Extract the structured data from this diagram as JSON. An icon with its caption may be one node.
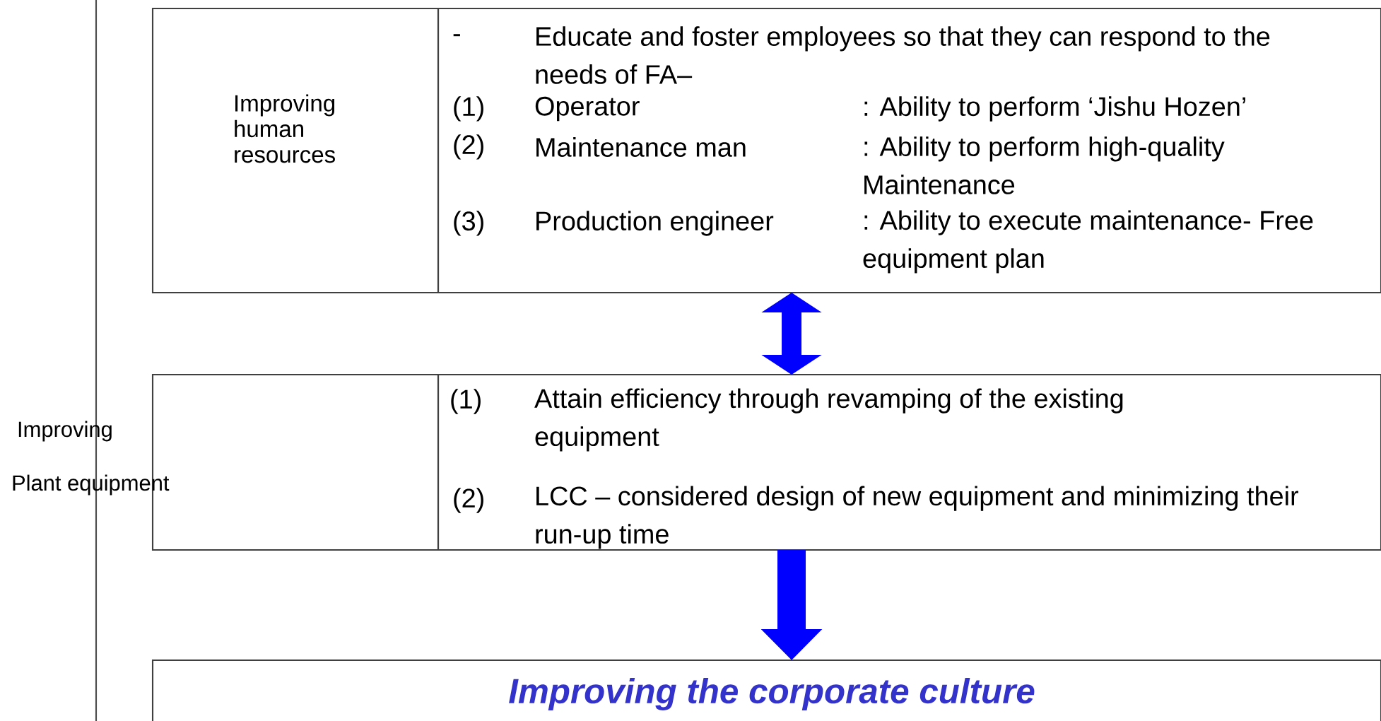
{
  "diagram": {
    "nodes": [
      {
        "text": [
          "Improving human resources"
        ]
      },
      {
        "text": [
          "-",
          "Educate and foster employees so that they can respond to the needs of FA–",
          "(1)",
          "Operator",
          ": Ability to perform ‘Jishu Hozen’",
          "(2)",
          "Maintenance man",
          ": Ability to perform high-quality Maintenance",
          "(3)",
          "Production engineer",
          ": Ability to execute maintenance- Free equipment plan"
        ]
      },
      {
        "text": [
          "Improving",
          "Plant equipment"
        ]
      },
      {
        "text": [
          "(1)",
          "Attain efficiency through revamping of the existing equipment",
          "(2)",
          "LCC – considered design of new equipment and minimizing their run-up time"
        ]
      },
      {
        "text": [
          "Improving the corporate culture"
        ]
      }
    ],
    "edges": [
      {
        "from": 1,
        "to": 3,
        "arrow": "both"
      },
      {
        "from": 3,
        "to": 4,
        "arrow": "to"
      }
    ]
  }
}
